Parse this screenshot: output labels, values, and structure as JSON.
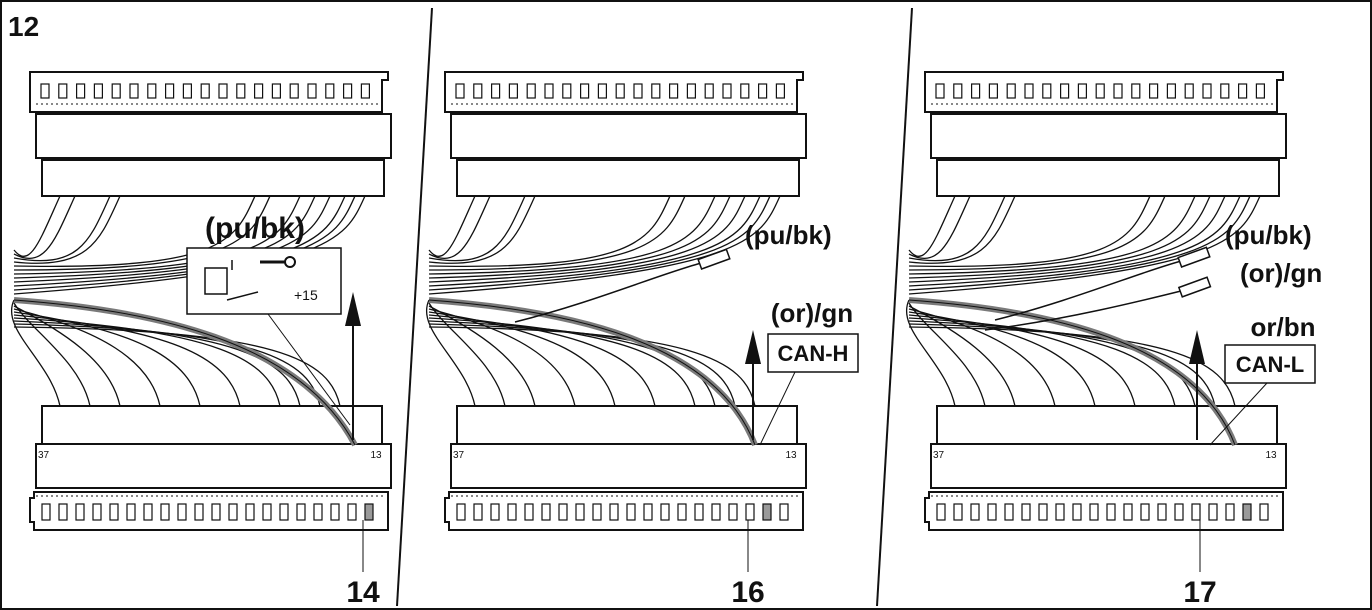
{
  "figure_number": "12",
  "panels": [
    {
      "pin_callout": "14",
      "pin_first": "37",
      "pin_last": "13",
      "wire_label": "(pu/bk)",
      "symbol_text": "+15"
    },
    {
      "pin_callout": "16",
      "pin_first": "37",
      "pin_last": "13",
      "wire_label_top": "(pu/bk)",
      "wire_label": "(or)/gn",
      "can_label": "CAN-H"
    },
    {
      "pin_callout": "17",
      "pin_first": "37",
      "pin_last": "13",
      "wire_label_top": "(pu/bk)",
      "wire_label_mid": "(or)/gn",
      "wire_label": "or/bn",
      "can_label": "CAN-L"
    }
  ],
  "colors": {
    "line": "#111111",
    "highlight_wire": "#7a7a7a",
    "pin_highlight": "#9a9a9a"
  }
}
